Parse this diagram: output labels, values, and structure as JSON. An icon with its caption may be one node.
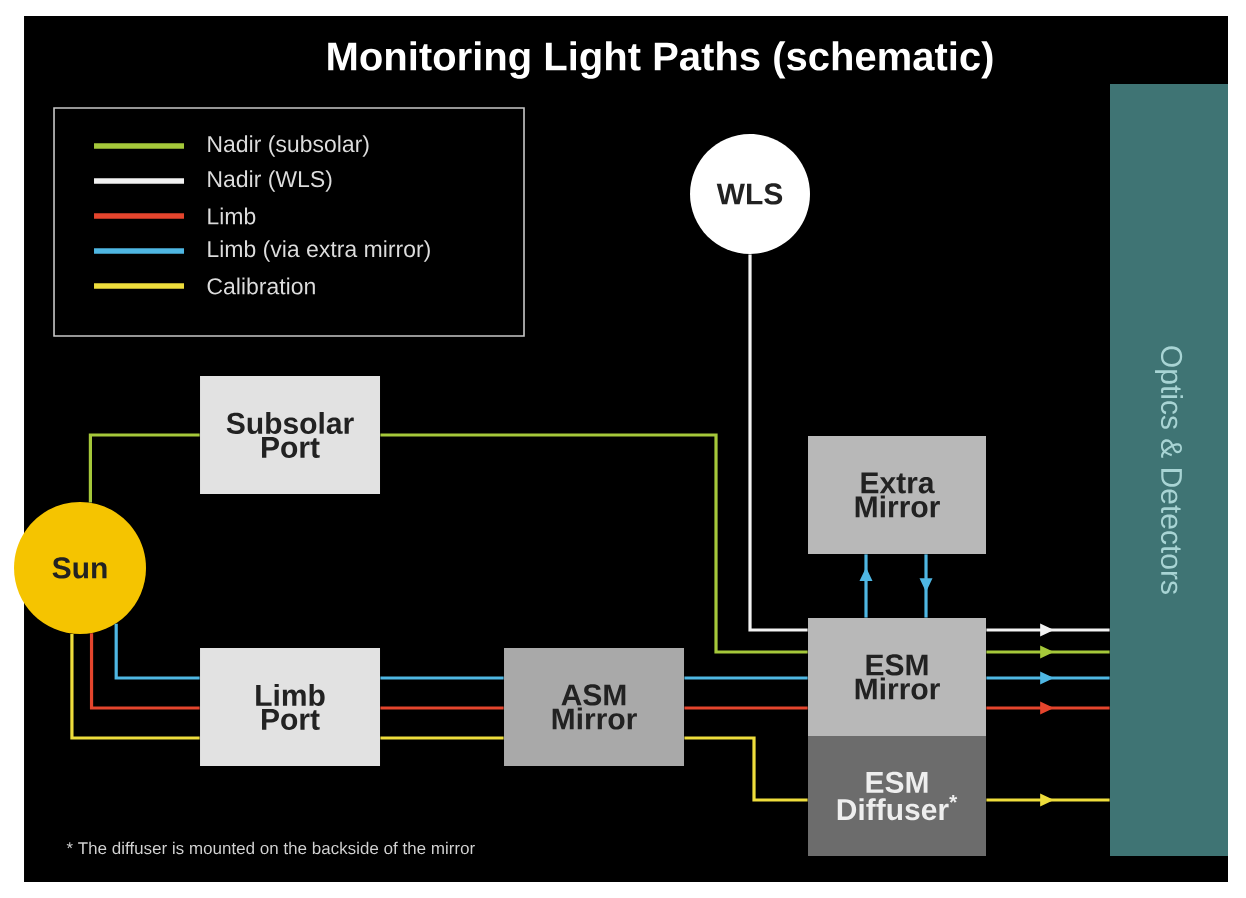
{
  "diagram": {
    "title": "Monitoring Light Paths (schematic)",
    "nodes": [
      {
        "text": [
          "Sun"
        ]
      },
      {
        "text": [
          "Subsolar Port"
        ]
      },
      {
        "text": [
          "Limb Port"
        ]
      },
      {
        "text": [
          "ASM Mirror"
        ]
      },
      {
        "text": [
          "WLS"
        ]
      },
      {
        "text": [
          "Extra Mirror"
        ]
      },
      {
        "text": [
          "ESM Mirror"
        ]
      },
      {
        "text": [
          "ESM Diffuser$^{*}$"
        ]
      },
      {
        "text": [
          "Optics & Detectors"
        ]
      }
    ],
    "edges": [
      {
        "from": 0,
        "to": 1,
        "arrow": "none",
        "color": "#a5c83a"
      },
      {
        "from": 1,
        "to": 6,
        "arrow": "none",
        "color": "#a5c83a"
      },
      {
        "from": 0,
        "to": 2,
        "arrow": "none",
        "color": "#4fb7e3"
      },
      {
        "from": 0,
        "to": 2,
        "arrow": "none",
        "color": "#e4452d"
      },
      {
        "from": 0,
        "to": 2,
        "arrow": "none",
        "color": "#eedd3c"
      },
      {
        "from": 2,
        "to": 3,
        "arrow": "none",
        "color": "#4fb7e3"
      },
      {
        "from": 2,
        "to": 3,
        "arrow": "none",
        "color": "#e4452d"
      },
      {
        "from": 2,
        "to": 3,
        "arrow": "none",
        "color": "#eedd3c"
      },
      {
        "from": 3,
        "to": 6,
        "arrow": "none",
        "color": "#4fb7e3"
      },
      {
        "from": 3,
        "to": 6,
        "arrow": "none",
        "color": "#e4452d"
      },
      {
        "from": 3,
        "to": 7,
        "arrow": "none",
        "color": "#eedd3c"
      },
      {
        "from": 4,
        "to": 6,
        "arrow": "none",
        "color": "#f2f2f2"
      },
      {
        "from": 6,
        "to": 5,
        "arrow": "to",
        "color": "#4fb7e3"
      },
      {
        "from": 5,
        "to": 6,
        "arrow": "to",
        "color": "#4fb7e3"
      },
      {
        "from": 6,
        "to": 8,
        "arrow": "to",
        "color": "#f2f2f2"
      },
      {
        "from": 6,
        "to": 8,
        "arrow": "to",
        "color": "#a5c83a"
      },
      {
        "from": 6,
        "to": 8,
        "arrow": "to",
        "color": "#4fb7e3"
      },
      {
        "from": 6,
        "to": 8,
        "arrow": "to",
        "color": "#e4452d"
      },
      {
        "from": 7,
        "to": 8,
        "arrow": "to",
        "color": "#eedd3c"
      }
    ],
    "labels": [
      "* The diffuser is mounted on the backside of the mirror"
    ],
    "legend": [
      {
        "text": "Nadir (subsolar)",
        "color": "#a5c83a"
      },
      {
        "text": "Nadir (WLS)",
        "color": "#f2f2f2"
      },
      {
        "text": "Limb",
        "color": "#e4452d"
      },
      {
        "text": "Limb (via extra mirror)",
        "color": "#4fb7e3"
      },
      {
        "text": "Calibration",
        "color": "#eedd3c"
      }
    ]
  }
}
